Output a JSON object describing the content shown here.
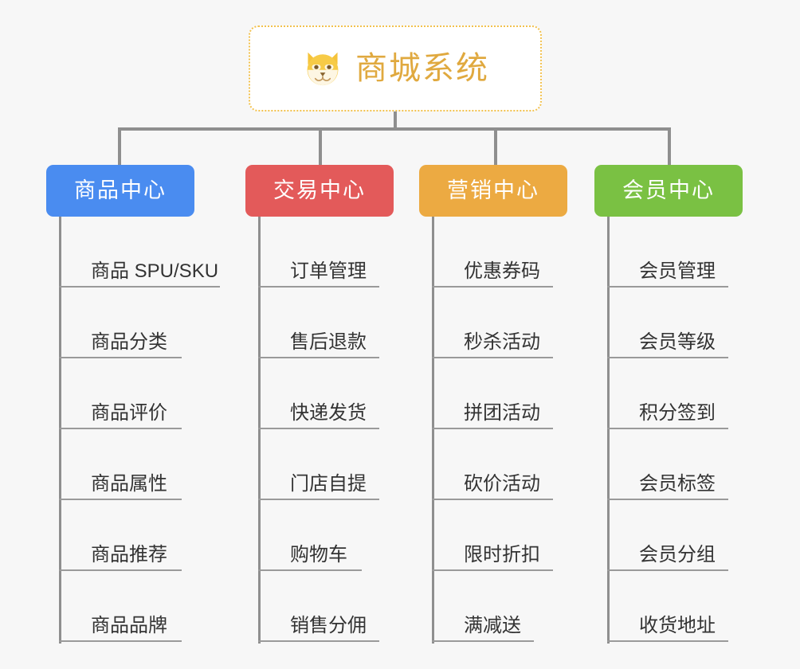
{
  "page": {
    "background_color": "#f7f7f7",
    "type": "mind-map"
  },
  "root": {
    "title": "商城系统",
    "icon": "dog-face-icon",
    "text_color": "#e0a93f",
    "border_color": "#f2c14e",
    "background_color": "#ffffff"
  },
  "connector": {
    "color": "#8f8f8f"
  },
  "branches": [
    {
      "label": "商品中心",
      "color": "#4a8cf0",
      "text_color": "#ffffff",
      "items": [
        "商品 SPU/SKU",
        "商品分类",
        "商品评价",
        "商品属性",
        "商品推荐",
        "商品品牌"
      ]
    },
    {
      "label": "交易中心",
      "color": "#e35a5a",
      "text_color": "#ffffff",
      "items": [
        "订单管理",
        "售后退款",
        "快递发货",
        "门店自提",
        "购物车",
        "销售分佣"
      ]
    },
    {
      "label": "营销中心",
      "color": "#ecaa42",
      "text_color": "#ffffff",
      "items": [
        "优惠券码",
        "秒杀活动",
        "拼团活动",
        "砍价活动",
        "限时折扣",
        "满减送"
      ]
    },
    {
      "label": "会员中心",
      "color": "#7ac143",
      "text_color": "#ffffff",
      "items": [
        "会员管理",
        "会员等级",
        "积分签到",
        "会员标签",
        "会员分组",
        "收货地址"
      ]
    }
  ]
}
